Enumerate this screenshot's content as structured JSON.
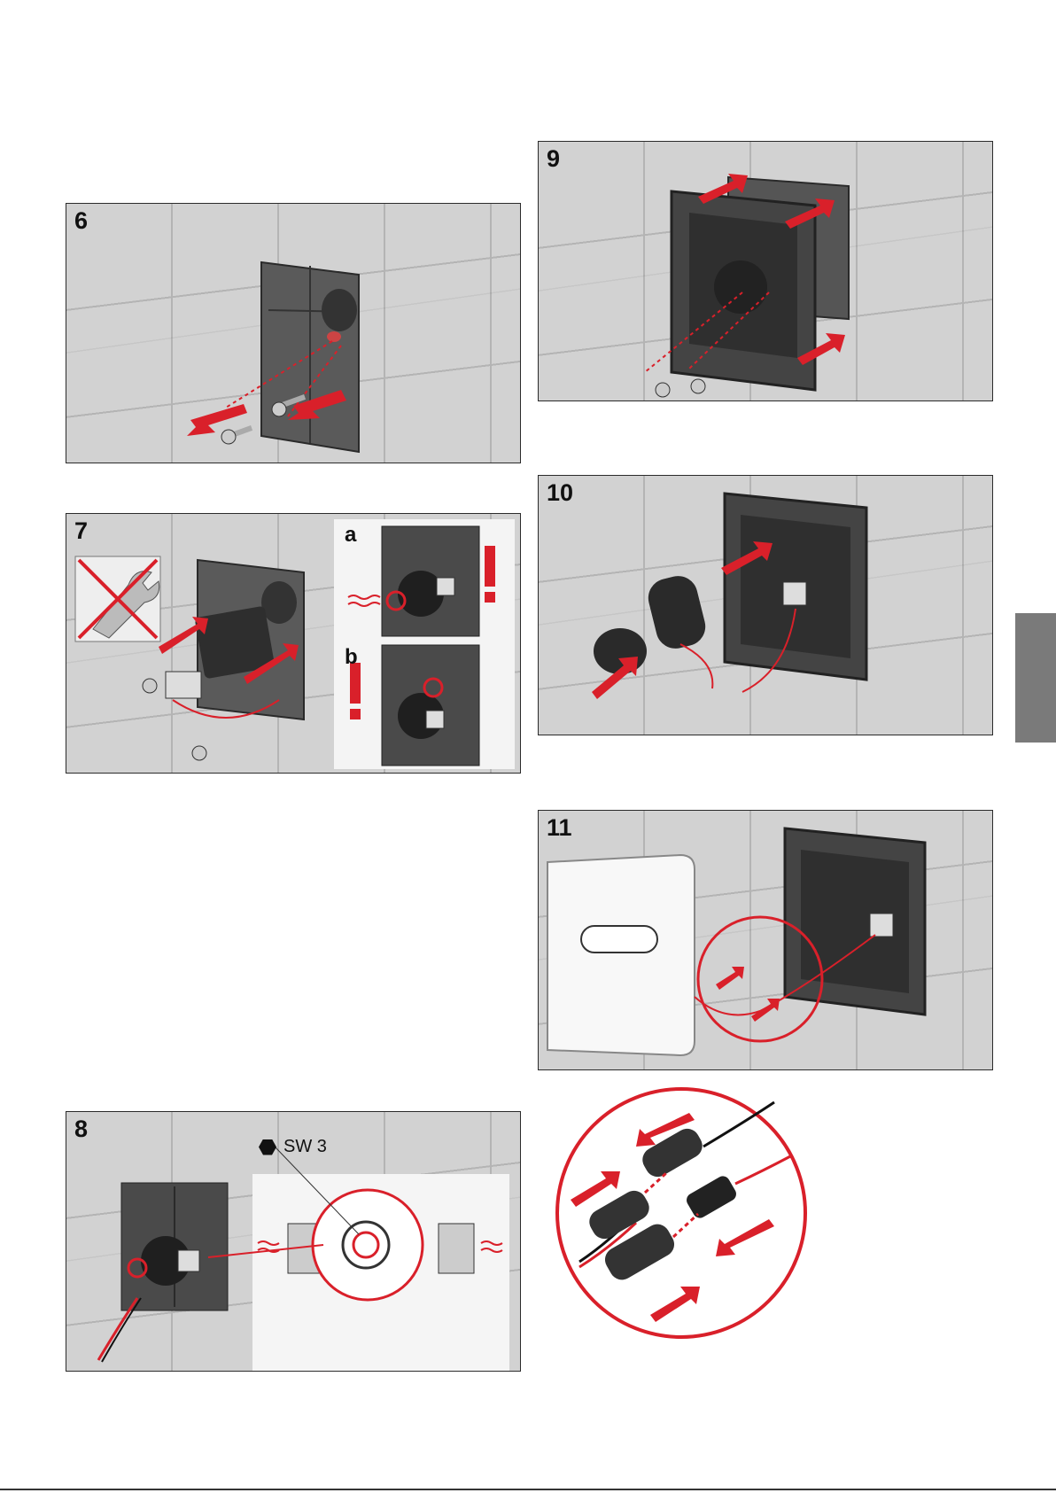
{
  "steps": {
    "s6": {
      "number": "6"
    },
    "s7": {
      "number": "7",
      "sub_a": "a",
      "sub_b": "b",
      "warning": "!"
    },
    "s8": {
      "number": "8",
      "callout": "SW 3"
    },
    "s9": {
      "number": "9"
    },
    "s10": {
      "number": "10"
    },
    "s11": {
      "number": "11"
    }
  },
  "colors": {
    "accent_red": "#d9202a",
    "frame_dark": "#3a3a3a",
    "tile_bg": "#d2d2d2",
    "side_tab": "#7a7a7a"
  },
  "icons": [
    "red-arrow-icon",
    "no-wrench-icon",
    "screw-icon",
    "hex-key-icon",
    "exclamation-icon"
  ]
}
